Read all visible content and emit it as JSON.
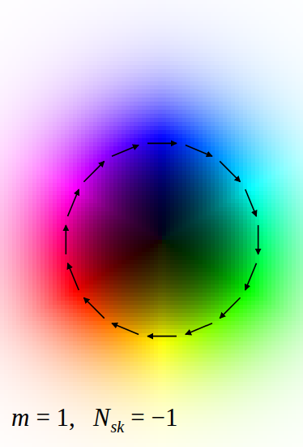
{
  "diagram": {
    "labels": [
      "m",
      "= 1,",
      "N",
      "sk",
      "= −1"
    ]
  }
}
